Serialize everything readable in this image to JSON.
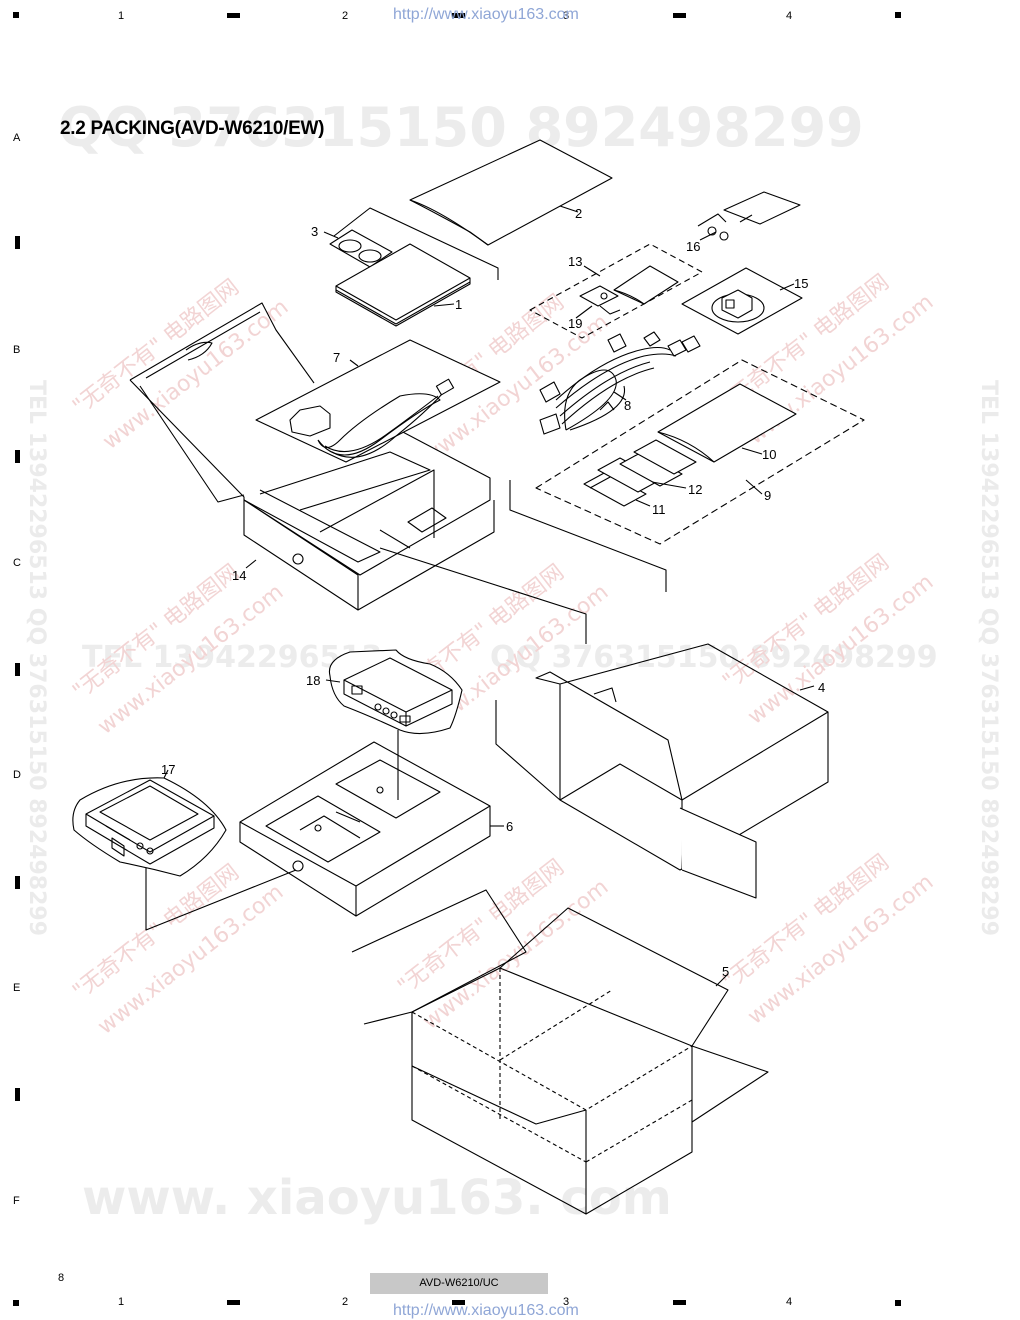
{
  "header": {
    "grid_numbers": [
      "1",
      "2",
      "3",
      "4"
    ],
    "url": "http://www.xiaoyu163.com"
  },
  "row_letters": [
    "A",
    "B",
    "C",
    "D",
    "E",
    "F"
  ],
  "title": "2.2 PACKING(AVD-W6210/EW)",
  "watermarks": {
    "qq_line": "QQ 376315150   892498299",
    "tel_line": "TEL 13942296513",
    "qq_line_2": "QQ 376315150   892498299",
    "bottom_line": "www. xiaoyu163. com",
    "diag_cn": "\"无奇不有\" 电路图网",
    "diag_url": "www.xiaoyu163.com",
    "side_line": "TEL 13942296513  QQ 376315150  892498299"
  },
  "callouts": {
    "c1": "1",
    "c2": "2",
    "c3": "3",
    "c4": "4",
    "c5": "5",
    "c6": "6",
    "c7": "7",
    "c8": "8",
    "c9": "9",
    "c10": "10",
    "c11": "11",
    "c12": "12",
    "c13": "13",
    "c14": "14",
    "c15": "15",
    "c16": "16",
    "c17": "17",
    "c18": "18",
    "c19": "19"
  },
  "footer": {
    "page_number": "8",
    "model": "AVD-W6210/UC",
    "grid_numbers": [
      "1",
      "2",
      "3",
      "4"
    ],
    "url": "http://www.xiaoyu163.com"
  }
}
